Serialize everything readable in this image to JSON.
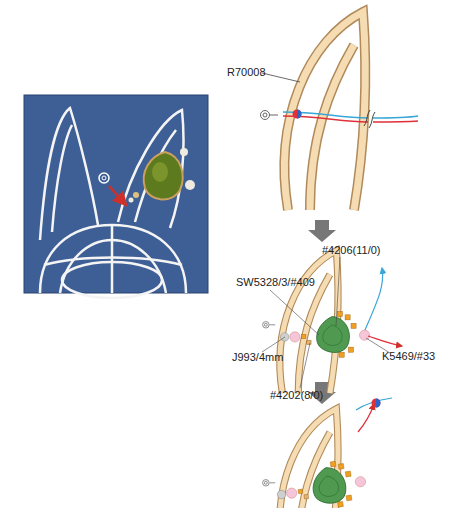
{
  "diagram": {
    "labels": [
      "R70008",
      "#4206(11/0)",
      "SW5328/3/#409",
      "J993/4mm",
      "#4202(8/0)",
      "K5469/#33"
    ]
  }
}
